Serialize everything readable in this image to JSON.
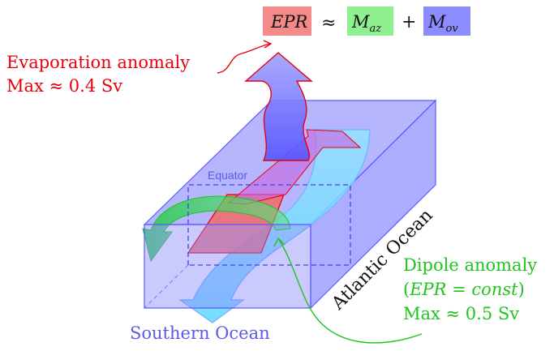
{
  "equation": {
    "epr": "EPR",
    "approx": "≈",
    "m_az_base": "M",
    "m_az_sub": "az",
    "plus": "+",
    "m_ov_base": "M",
    "m_ov_sub": "ov"
  },
  "evaporation": {
    "line1": "Evaporation anomaly",
    "line2": "Max ≈ 0.4 Sv"
  },
  "equator_label": "Equator",
  "basin_label": "Atlantic Ocean",
  "southern_label": "Southern Ocean",
  "dipole": {
    "line1": "Dipole anomaly",
    "line2_open": "(",
    "line2_math": "EPR = const",
    "line2_close": ")",
    "line3": "Max ≈ 0.5 Sv"
  },
  "colors": {
    "red": "#e8000b",
    "green": "#1fc41f",
    "blue_text": "#5a5ae6",
    "box": "#6b6bff"
  }
}
